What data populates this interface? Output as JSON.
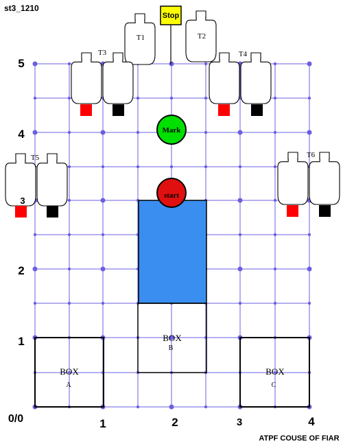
{
  "page": {
    "id_label": "st3_1210",
    "footer": "ATPF COUSE OF FIAR"
  },
  "axis": {
    "y_labels": [
      "5",
      "4",
      "3",
      "2",
      "1"
    ],
    "x_labels": [
      "1",
      "2",
      "3",
      "4"
    ],
    "origin_label": "0/0"
  },
  "targets": {
    "T1": "T1",
    "T2": "T2",
    "T3": "T3",
    "T4": "T4",
    "T5": "T5",
    "T6": "T6"
  },
  "markers": {
    "stop": "Stop",
    "mark": "Mark",
    "start": "start"
  },
  "boxes": {
    "box_word": "BOX",
    "a": "A",
    "b": "B",
    "c": "C"
  },
  "colors": {
    "grid": "#6b5fe0",
    "zone": "#3a8ef0",
    "stop": "#ffff00",
    "mark": "#00e000",
    "start": "#e01010",
    "red_marker": "#ff0000",
    "black_marker": "#000000"
  }
}
